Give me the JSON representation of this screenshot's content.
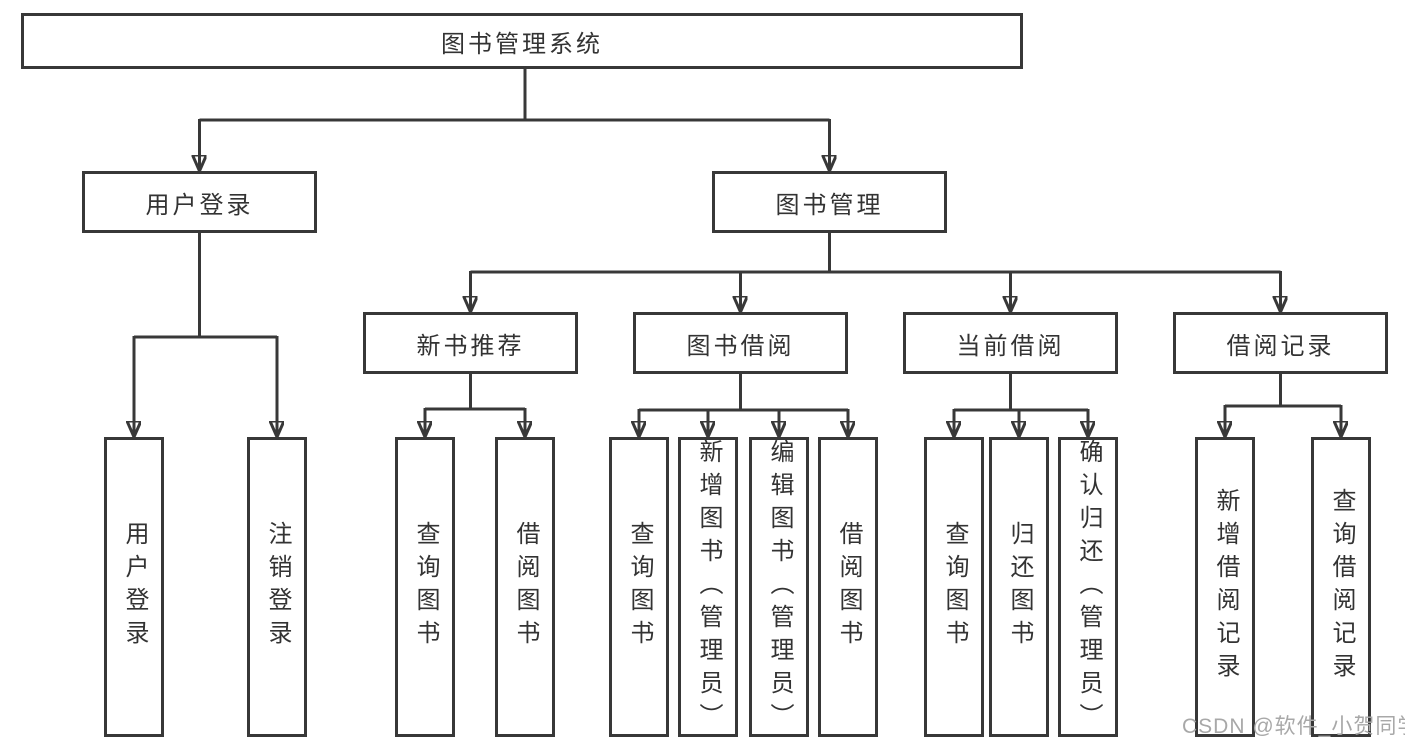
{
  "tree": {
    "root": "图书管理系统",
    "branches": [
      {
        "label": "用户登录",
        "leaves": [
          "用户登录",
          "注销登录"
        ]
      },
      {
        "label": "图书管理",
        "groups": [
          {
            "label": "新书推荐",
            "leaves": [
              "查询图书",
              "借阅图书"
            ]
          },
          {
            "label": "图书借阅",
            "leaves": [
              "查询图书",
              "新增图书（管理员）",
              "编辑图书（管理员）",
              "借阅图书"
            ]
          },
          {
            "label": "当前借阅",
            "leaves": [
              "查询图书",
              "归还图书",
              "确认归还（管理员）"
            ]
          },
          {
            "label": "借阅记录",
            "leaves": [
              "新增借阅记录",
              "查询借阅记录"
            ]
          }
        ]
      }
    ]
  },
  "colors": {
    "line": "#383838",
    "text": "#333333",
    "watermark": "#a8a8a8",
    "background": "#ffffff"
  },
  "watermark": "CSDN @软件_小贺同学"
}
